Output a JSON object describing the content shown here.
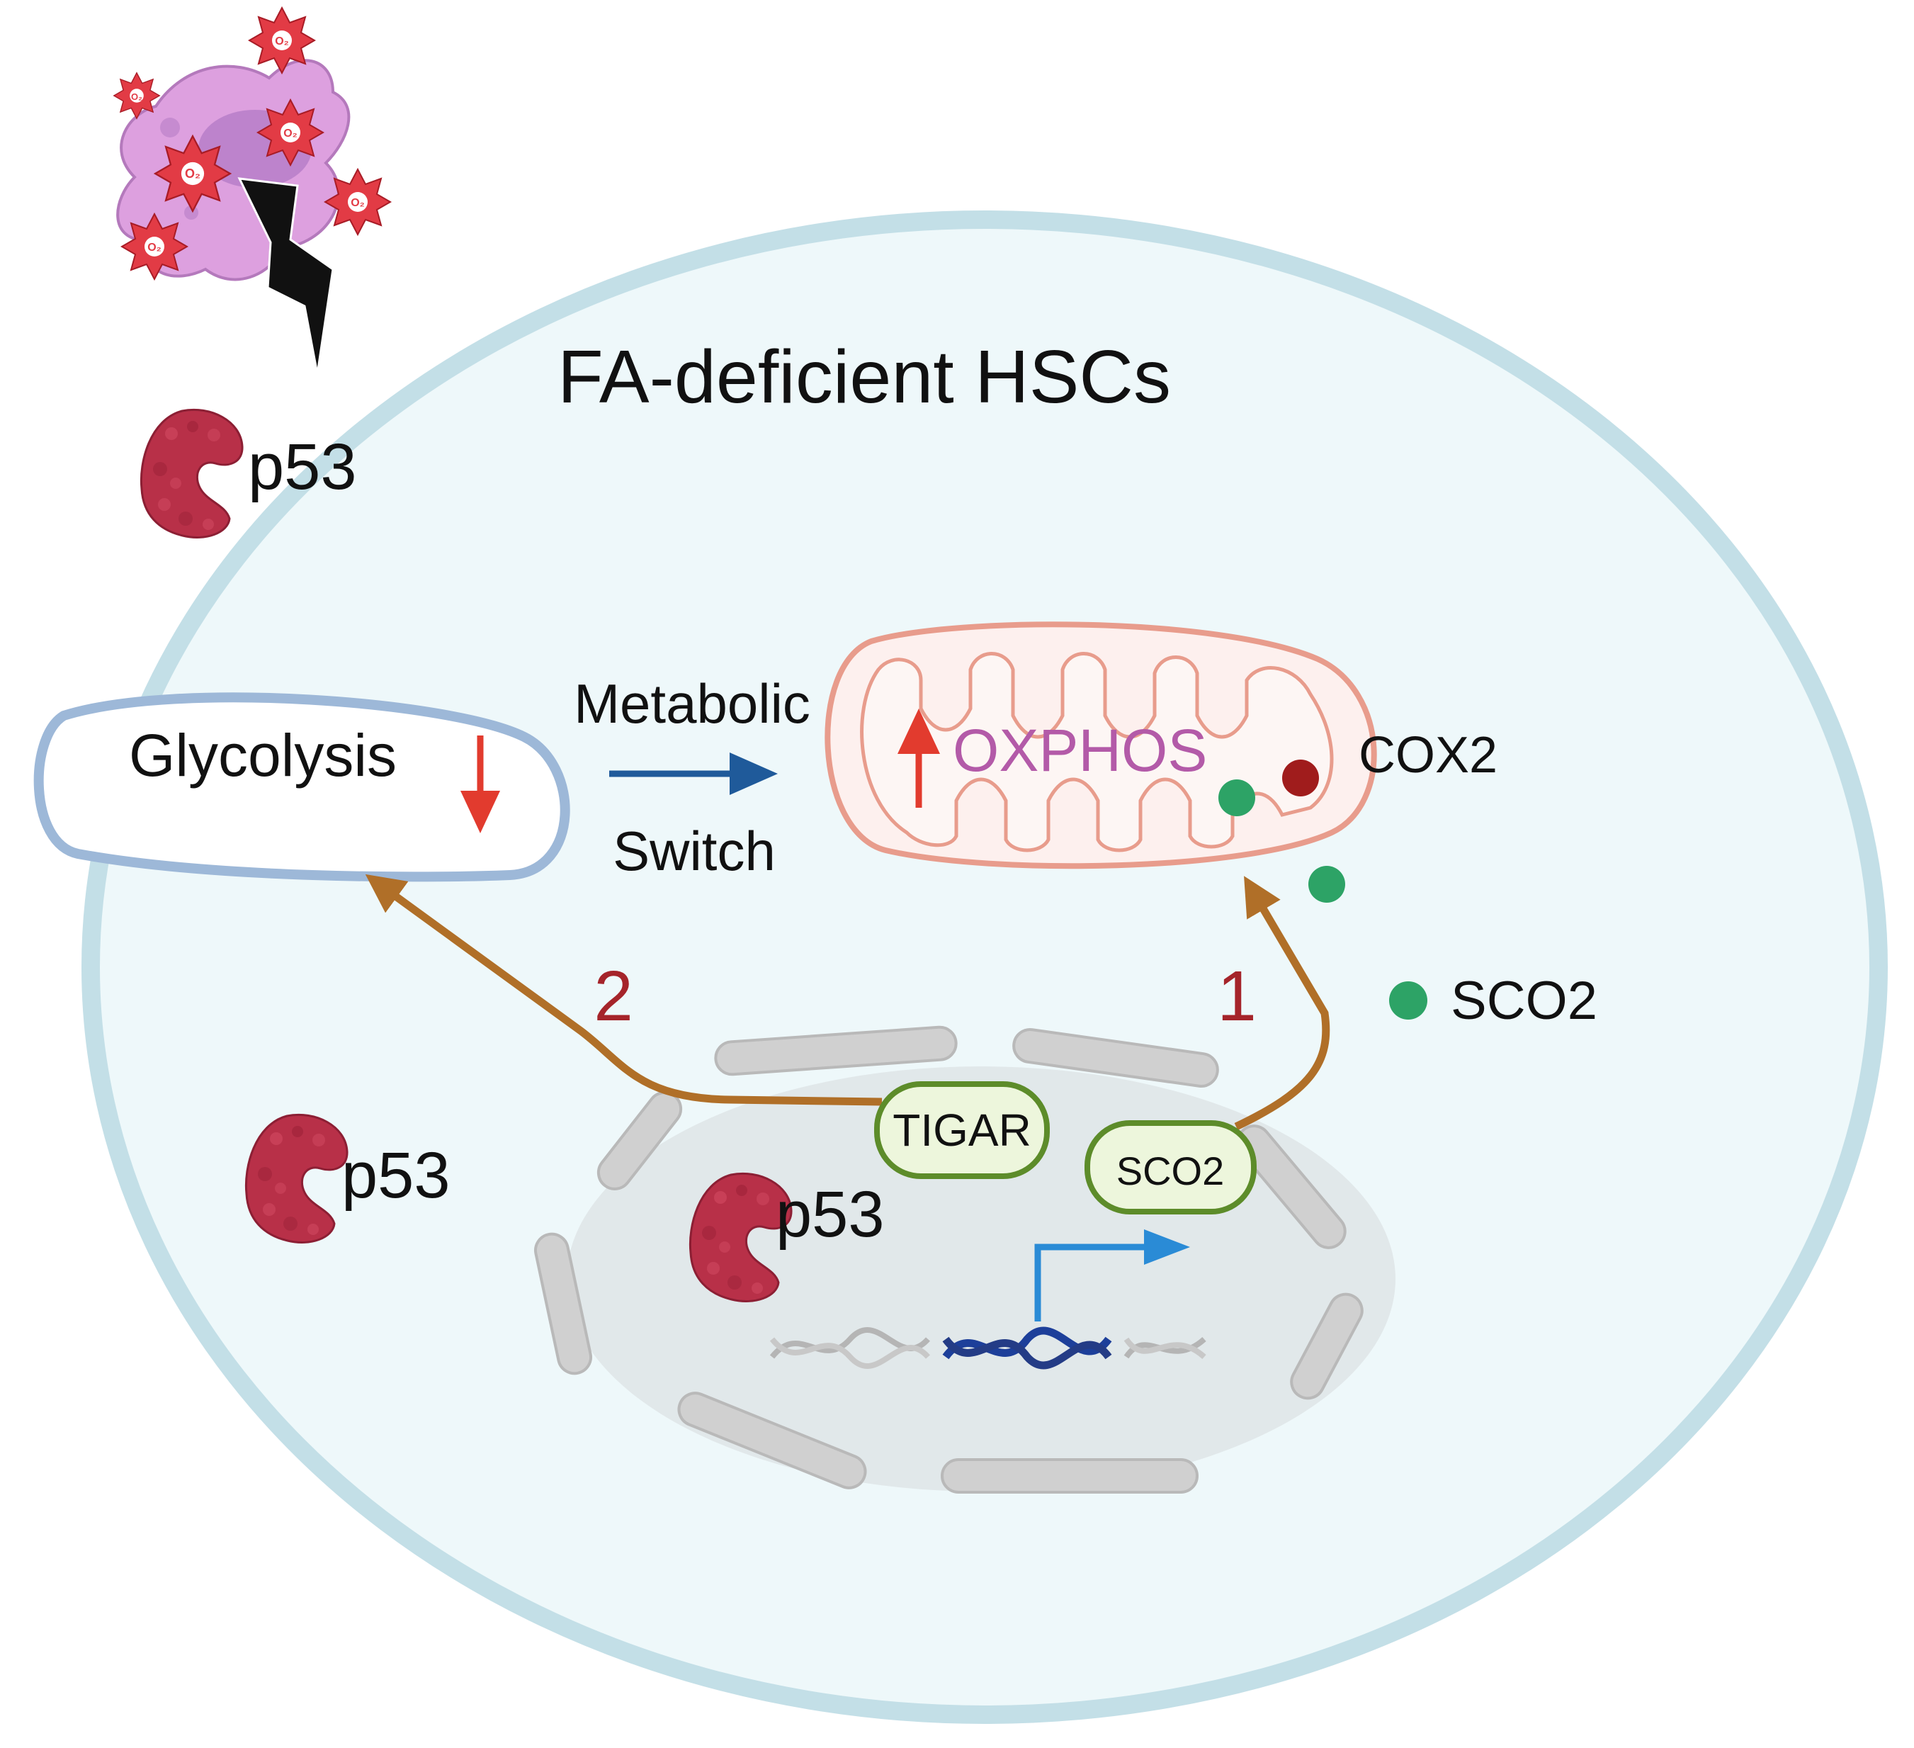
{
  "title": "FA-deficient HSCs",
  "labels": {
    "p53_top": "p53",
    "p53_cytoplasm": "p53",
    "p53_nucleus": "p53",
    "glycolysis": "Glycolysis",
    "oxphos": "OXPHOS",
    "metabolic": "Metabolic",
    "switch": "Switch",
    "cox2": "COX2",
    "sco2_legend": "SCO2",
    "tigar_box": "TIGAR",
    "sco2_box": "SCO2",
    "pathway_1": "1",
    "pathway_2": "2",
    "o2": "O₂"
  },
  "colors": {
    "cell_fill": "#eef8fa",
    "cell_border": "#c3dfe7",
    "nucleus_fill": "#e1e8ea",
    "p53": "#b03048",
    "pathway_arrow": "#b06f28",
    "switch_arrow": "#1f5a9a",
    "red_indicator": "#e23b2e",
    "oxphos_text": "#b35aa8",
    "sco2_dot": "#2da366",
    "cox2_dot": "#a01c1c",
    "number_label": "#a5242a",
    "gene_box_border": "#5d8c2a",
    "gene_box_fill": "#edf6dc"
  },
  "icons": [
    "ros-o2-star",
    "damaged-cell",
    "lightning-bolt",
    "p53-protein",
    "mitochondrion",
    "dna-helix",
    "transcription-arrow"
  ]
}
